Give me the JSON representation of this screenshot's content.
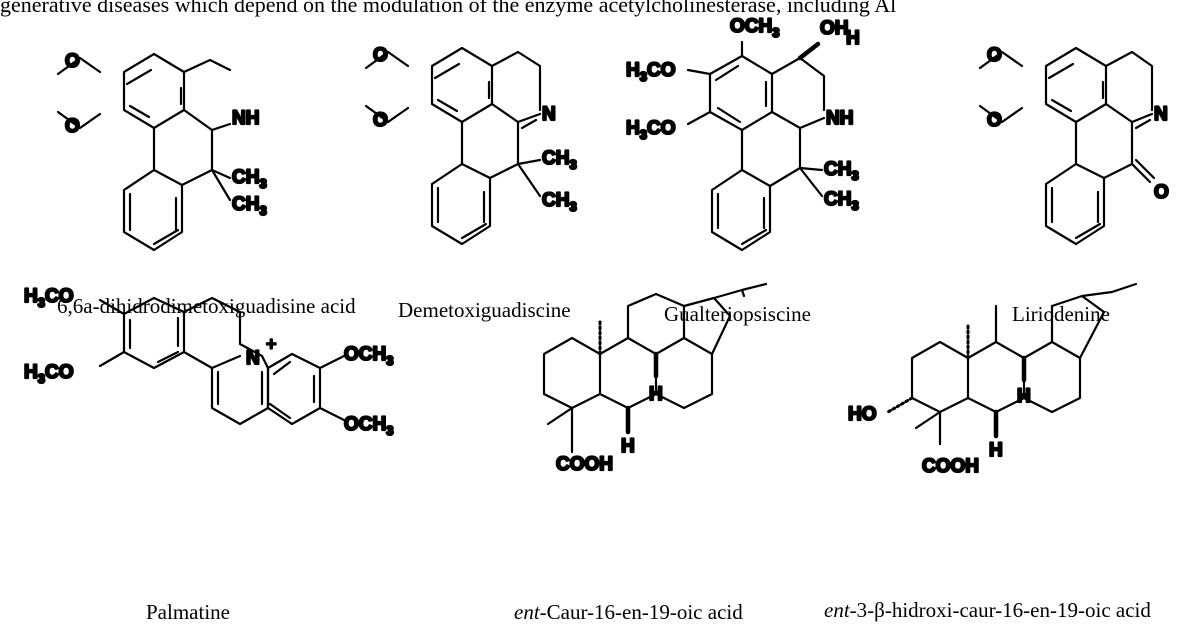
{
  "header_text": "generative diseases which depend on the modulation of the enzyme acetylcholinesterase, including Al",
  "compounds": [
    {
      "name": "6,6a-dihidrodimetoxiguadisine acid"
    },
    {
      "name": "Demetoxiguadiscine"
    },
    {
      "name": "Gualteriopsiscine"
    },
    {
      "name": "Liriodenine"
    },
    {
      "name": "Palmatine"
    },
    {
      "prefix": "ent",
      "name": "-Caur-16-en-19-oic acid"
    },
    {
      "prefix": "ent",
      "name": "-3-β-hidroxi-caur-16-en-19-oic acid"
    }
  ],
  "atom_labels": {
    "O": "O",
    "NH": "NH",
    "N": "N",
    "H": "H",
    "OH": "OH",
    "HO": "HO",
    "CH": "CH",
    "CO": "CO",
    "OCH": "OCH",
    "COOH": "COOH",
    "three": "3",
    "plus": "+"
  }
}
